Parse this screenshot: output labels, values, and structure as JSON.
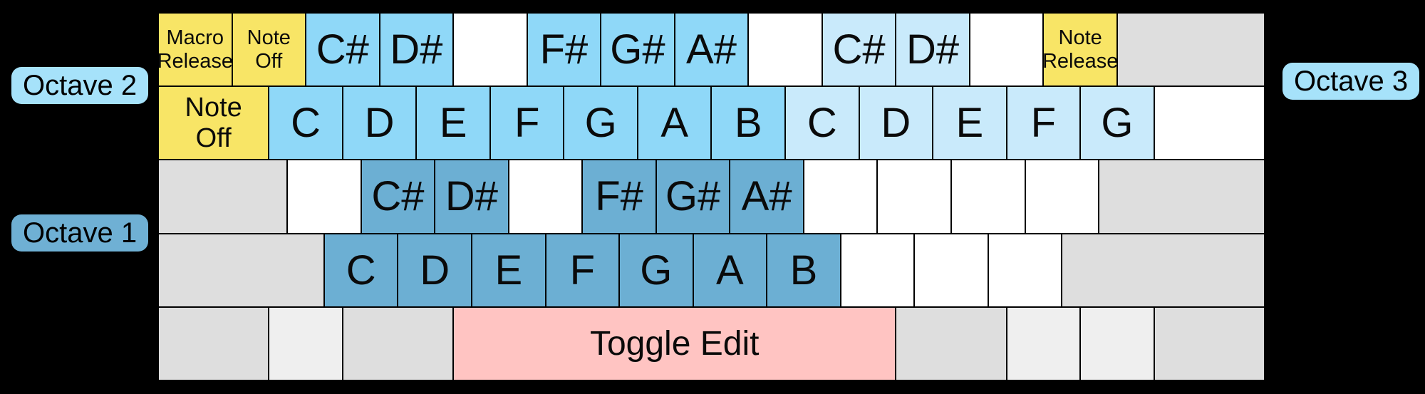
{
  "colors": {
    "background": "#000000",
    "border": "#000000",
    "yellow": "#F8E566",
    "blue2": "#8FD8F8",
    "blue3": "#C9EAFB",
    "blue1": "#6CAFD3",
    "pink": "#FFC4C2",
    "gray": "#DEDEDE",
    "lightgray": "#EFEFEF",
    "white": "#FFFFFF",
    "pill_light": "#A6E2FA",
    "pill_dark": "#6FB0D4"
  },
  "labels": {
    "octave1": "Octave 1",
    "octave2": "Octave 2",
    "octave3": "Octave 3"
  },
  "keyboard": {
    "rows": [
      {
        "keys": [
          {
            "name": "macro-release",
            "label": "Macro\nRelease",
            "color": "yellow",
            "span": 4,
            "size": "small"
          },
          {
            "name": "note-off-row1",
            "label": "Note\nOff",
            "color": "yellow",
            "span": 4,
            "size": "small"
          },
          {
            "name": "c-sharp-octave2",
            "label": "C#",
            "color": "blue2",
            "span": 4,
            "size": "note"
          },
          {
            "name": "d-sharp-octave2",
            "label": "D#",
            "color": "blue2",
            "span": 4,
            "size": "note"
          },
          {
            "name": "blank",
            "label": "",
            "color": "white",
            "span": 4
          },
          {
            "name": "f-sharp-octave2",
            "label": "F#",
            "color": "blue2",
            "span": 4,
            "size": "note"
          },
          {
            "name": "g-sharp-octave2",
            "label": "G#",
            "color": "blue2",
            "span": 4,
            "size": "note"
          },
          {
            "name": "a-sharp-octave2",
            "label": "A#",
            "color": "blue2",
            "span": 4,
            "size": "note"
          },
          {
            "name": "blank",
            "label": "",
            "color": "white",
            "span": 4
          },
          {
            "name": "c-sharp-octave3",
            "label": "C#",
            "color": "blue3",
            "span": 4,
            "size": "note"
          },
          {
            "name": "d-sharp-octave3",
            "label": "D#",
            "color": "blue3",
            "span": 4,
            "size": "note"
          },
          {
            "name": "blank",
            "label": "",
            "color": "white",
            "span": 4
          },
          {
            "name": "note-release",
            "label": "Note\nRelease",
            "color": "yellow",
            "span": 4,
            "size": "small"
          },
          {
            "name": "blank",
            "label": "",
            "color": "gray",
            "span": 8
          }
        ]
      },
      {
        "keys": [
          {
            "name": "note-off-tab",
            "label": "Note\nOff",
            "color": "yellow",
            "span": 6,
            "size": "medium"
          },
          {
            "name": "c-octave2",
            "label": "C",
            "color": "blue2",
            "span": 4,
            "size": "note"
          },
          {
            "name": "d-octave2",
            "label": "D",
            "color": "blue2",
            "span": 4,
            "size": "note"
          },
          {
            "name": "e-octave2",
            "label": "E",
            "color": "blue2",
            "span": 4,
            "size": "note"
          },
          {
            "name": "f-octave2",
            "label": "F",
            "color": "blue2",
            "span": 4,
            "size": "note"
          },
          {
            "name": "g-octave2",
            "label": "G",
            "color": "blue2",
            "span": 4,
            "size": "note"
          },
          {
            "name": "a-octave2",
            "label": "A",
            "color": "blue2",
            "span": 4,
            "size": "note"
          },
          {
            "name": "b-octave2",
            "label": "B",
            "color": "blue2",
            "span": 4,
            "size": "note"
          },
          {
            "name": "c-octave3",
            "label": "C",
            "color": "blue3",
            "span": 4,
            "size": "note"
          },
          {
            "name": "d-octave3",
            "label": "D",
            "color": "blue3",
            "span": 4,
            "size": "note"
          },
          {
            "name": "e-octave3",
            "label": "E",
            "color": "blue3",
            "span": 4,
            "size": "note"
          },
          {
            "name": "f-octave3",
            "label": "F",
            "color": "blue3",
            "span": 4,
            "size": "note"
          },
          {
            "name": "g-octave3",
            "label": "G",
            "color": "blue3",
            "span": 4,
            "size": "note"
          },
          {
            "name": "blank",
            "label": "",
            "color": "white",
            "span": 6
          }
        ]
      },
      {
        "keys": [
          {
            "name": "blank",
            "label": "",
            "color": "gray",
            "span": 7
          },
          {
            "name": "blank",
            "label": "",
            "color": "white",
            "span": 4
          },
          {
            "name": "c-sharp-octave1",
            "label": "C#",
            "color": "blue1",
            "span": 4,
            "size": "note"
          },
          {
            "name": "d-sharp-octave1",
            "label": "D#",
            "color": "blue1",
            "span": 4,
            "size": "note"
          },
          {
            "name": "blank",
            "label": "",
            "color": "white",
            "span": 4
          },
          {
            "name": "f-sharp-octave1",
            "label": "F#",
            "color": "blue1",
            "span": 4,
            "size": "note"
          },
          {
            "name": "g-sharp-octave1",
            "label": "G#",
            "color": "blue1",
            "span": 4,
            "size": "note"
          },
          {
            "name": "a-sharp-octave1",
            "label": "A#",
            "color": "blue1",
            "span": 4,
            "size": "note"
          },
          {
            "name": "blank",
            "label": "",
            "color": "white",
            "span": 4
          },
          {
            "name": "blank",
            "label": "",
            "color": "white",
            "span": 4
          },
          {
            "name": "blank",
            "label": "",
            "color": "white",
            "span": 4
          },
          {
            "name": "blank",
            "label": "",
            "color": "white",
            "span": 4
          },
          {
            "name": "blank",
            "label": "",
            "color": "gray",
            "span": 9
          }
        ]
      },
      {
        "keys": [
          {
            "name": "blank",
            "label": "",
            "color": "gray",
            "span": 9
          },
          {
            "name": "c-octave1",
            "label": "C",
            "color": "blue1",
            "span": 4,
            "size": "note"
          },
          {
            "name": "d-octave1",
            "label": "D",
            "color": "blue1",
            "span": 4,
            "size": "note"
          },
          {
            "name": "e-octave1",
            "label": "E",
            "color": "blue1",
            "span": 4,
            "size": "note"
          },
          {
            "name": "f-octave1",
            "label": "F",
            "color": "blue1",
            "span": 4,
            "size": "note"
          },
          {
            "name": "g-octave1",
            "label": "G",
            "color": "blue1",
            "span": 4,
            "size": "note"
          },
          {
            "name": "a-octave1",
            "label": "A",
            "color": "blue1",
            "span": 4,
            "size": "note"
          },
          {
            "name": "b-octave1",
            "label": "B",
            "color": "blue1",
            "span": 4,
            "size": "note"
          },
          {
            "name": "blank",
            "label": "",
            "color": "white",
            "span": 4
          },
          {
            "name": "blank",
            "label": "",
            "color": "white",
            "span": 4
          },
          {
            "name": "blank",
            "label": "",
            "color": "white",
            "span": 4
          },
          {
            "name": "blank",
            "label": "",
            "color": "gray",
            "span": 11
          }
        ]
      },
      {
        "keys": [
          {
            "name": "blank",
            "label": "",
            "color": "gray",
            "span": 6
          },
          {
            "name": "blank",
            "label": "",
            "color": "lightgray",
            "span": 4
          },
          {
            "name": "blank",
            "label": "",
            "color": "gray",
            "span": 6
          },
          {
            "name": "toggle-edit",
            "label": "Toggle Edit",
            "color": "pink",
            "span": 24,
            "size": "toggle"
          },
          {
            "name": "blank",
            "label": "",
            "color": "gray",
            "span": 6
          },
          {
            "name": "blank",
            "label": "",
            "color": "lightgray",
            "span": 4
          },
          {
            "name": "blank",
            "label": "",
            "color": "lightgray",
            "span": 4
          },
          {
            "name": "blank",
            "label": "",
            "color": "gray",
            "span": 6
          }
        ]
      }
    ]
  }
}
